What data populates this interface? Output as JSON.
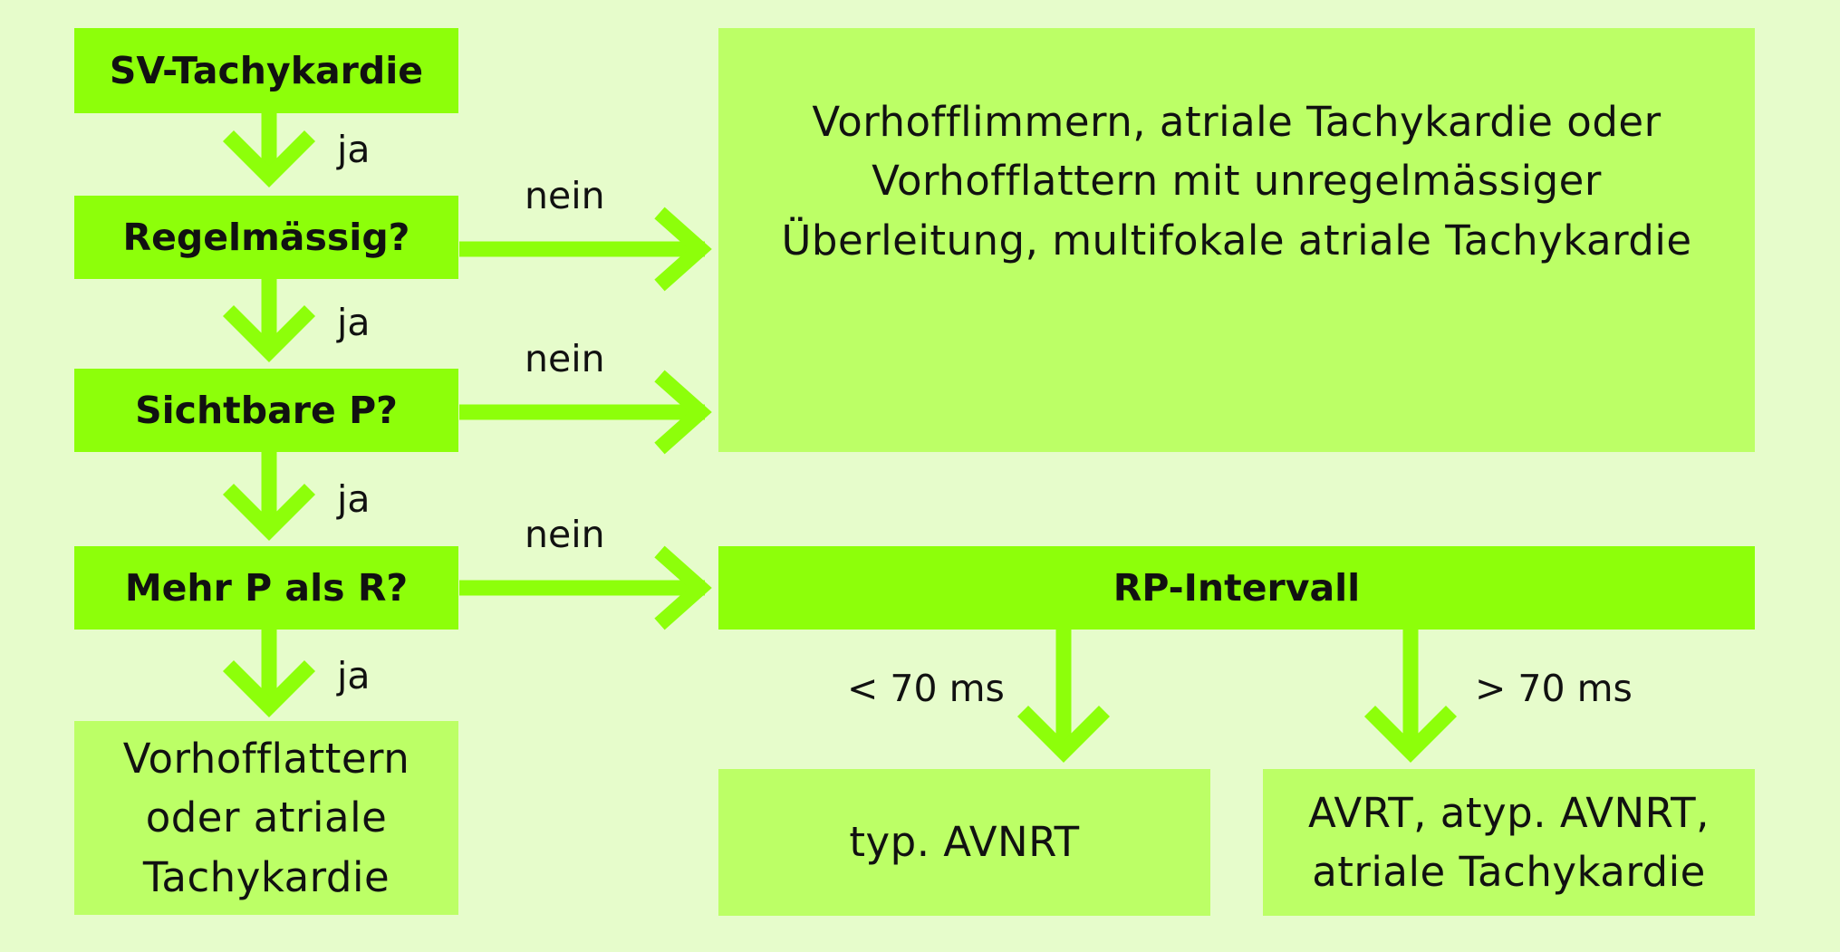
{
  "flow": {
    "start": "SV-Tachykardie",
    "q1": "Regelmässig?",
    "q2": "Sichtbare P?",
    "q3": "Mehr P als R?",
    "yes": "ja",
    "no": "nein",
    "result_irregular": "Vorhofflimmern, atriale Tachykardie oder Vorhofflattern mit unregelmässiger Überleitung, multifokale atriale Tachykardie",
    "result_more_p": "Vorhofflattern oder atriale Tachykardie",
    "rp": "RP-Intervall",
    "rp_short_label": "< 70 ms",
    "rp_long_label": "> 70 ms",
    "result_short": "typ. AVNRT",
    "result_long": "AVRT, atyp. AVNRT, atriale Tachykardie"
  },
  "colors": {
    "background": "#e6fccb",
    "question_box": "#8dff0a",
    "result_box": "#bcff66",
    "arrow": "#8dff0a"
  }
}
